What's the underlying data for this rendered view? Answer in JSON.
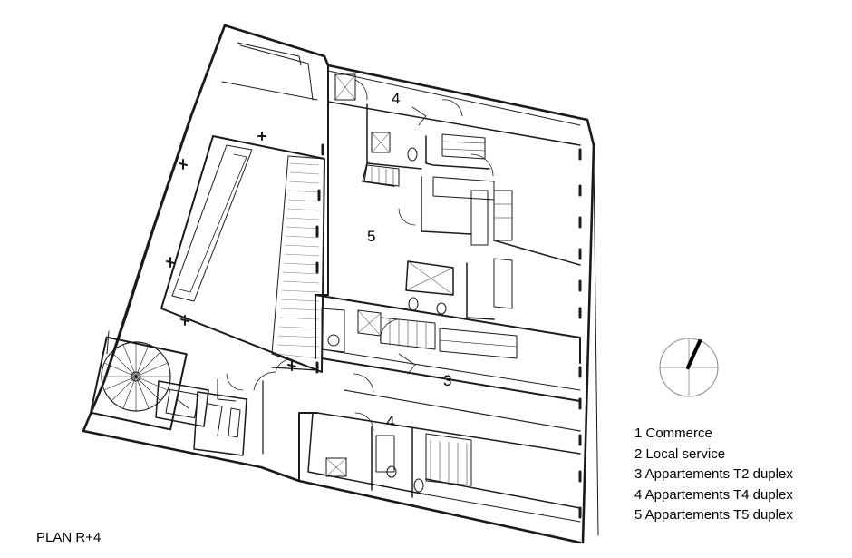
{
  "plan_title": "PLAN R+4",
  "unit_labels": [
    "4",
    "5",
    "3",
    "4"
  ],
  "legend": [
    "1 Commerce",
    "2 Local service",
    "3 Appartements T2 duplex",
    "4 Appartements T4 duplex",
    "5 Appartements T5 duplex"
  ],
  "colors": {
    "line": "#1a1a1a",
    "background": "#ffffff"
  },
  "icons": [
    "north-arrow-icon",
    "spiral-staircase-icon"
  ]
}
